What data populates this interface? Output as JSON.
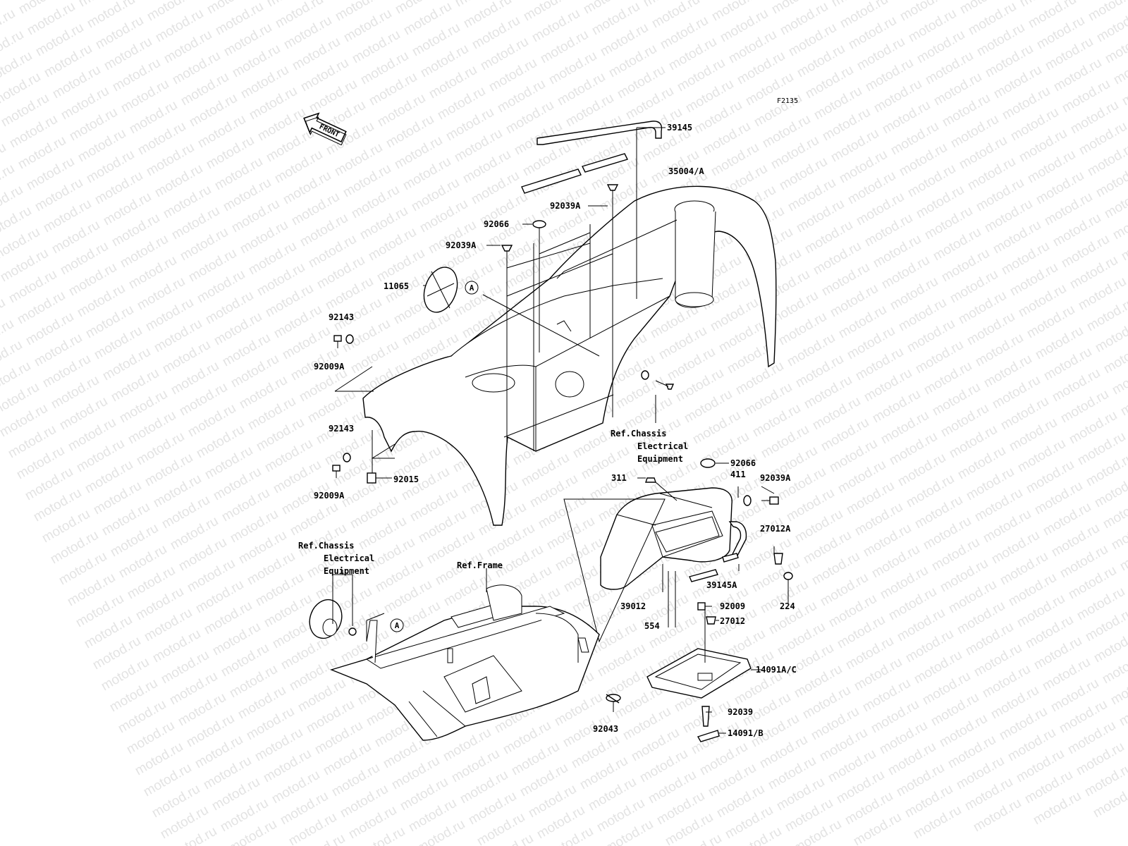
{
  "diagram": {
    "figure_code": "F2135",
    "direction_marker": "FRONT",
    "watermark": "motod.ru",
    "ref_marker": "A",
    "part_labels": {
      "p39145": "39145",
      "p92039A_top": "92039A",
      "p92066_top": "92066",
      "p35004A": "35004/A",
      "p92039A_left": "92039A",
      "p11065": "11065",
      "p92143_upper": "92143",
      "p92009A_upper": "92009A",
      "p92143_lower": "92143",
      "p92009A_lower": "92009A",
      "p92015": "92015",
      "p92066_right": "92066",
      "p311": "311",
      "p411": "411",
      "p92039A_right": "92039A",
      "p27012A": "27012A",
      "p39145A": "39145A",
      "p39012": "39012",
      "p224": "224",
      "p92009": "92009",
      "p27012": "27012",
      "p554": "554",
      "p14091AC": "14091A/C",
      "p92039": "92039",
      "p92043": "92043",
      "p14091B": "14091/B"
    },
    "references": {
      "chassis_upper": [
        "Ref.Chassis",
        "Electrical",
        "Equipment"
      ],
      "chassis_lower": [
        "Ref.Chassis",
        "Electrical",
        "Equipment"
      ],
      "frame": "Ref.Frame"
    }
  }
}
